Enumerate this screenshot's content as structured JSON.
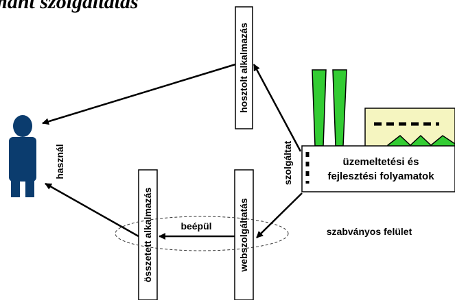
{
  "title_partial": "...mant szolgáltatás",
  "labels": {
    "hosted_app": "hosztolt alkalmazás",
    "composite_app": "összetett alkalmazás",
    "web_service": "webszolgáltatás",
    "uses": "használ",
    "provides": "szolgáltat",
    "embeds": "beépül",
    "standard_interface": "szabványos felület",
    "processes_line1": "üzemeltetési és",
    "processes_line2": "fejlesztési folyamatok"
  },
  "icons": {
    "person": "person-icon",
    "factory": "factory-icon"
  },
  "colors": {
    "person": "#0b3c6e",
    "factory_green": "#33cc33",
    "factory_building": "#f5f5c0",
    "factory_blue": "#5fa8e0",
    "factory_dashes": "#000000"
  }
}
